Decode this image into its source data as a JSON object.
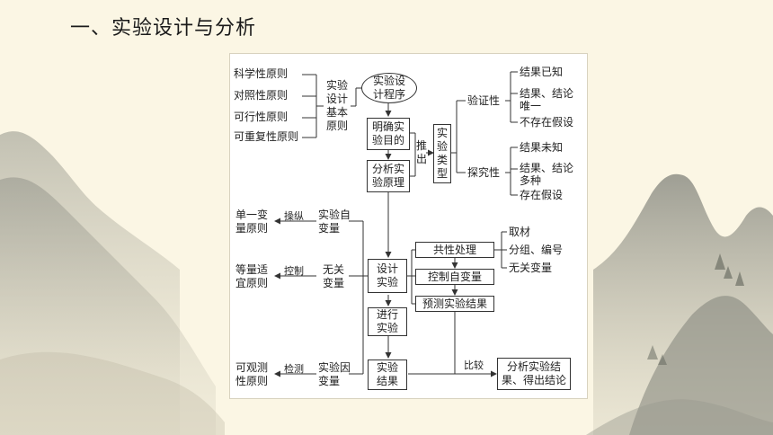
{
  "title": "一、实验设计与分析",
  "principles": [
    "科学性原则",
    "对照性原则",
    "可行性原则",
    "可重复性原则"
  ],
  "basic_principles_label": [
    "实验",
    "设计",
    "基本",
    "原则"
  ],
  "program_label": [
    "实验设",
    "计程序"
  ],
  "step_purpose": [
    "明确实",
    "验目的"
  ],
  "step_principle": [
    "分析实",
    "验原理"
  ],
  "infer_label": [
    "推",
    "出"
  ],
  "exp_type_label": [
    "实",
    "验",
    "类",
    "型"
  ],
  "verify": {
    "label": "验证性",
    "items": [
      "结果已知",
      "结果、结论",
      "唯一",
      "不存在假设"
    ]
  },
  "explore": {
    "label": "探究性",
    "items": [
      "结果未知",
      "结果、结论",
      "多种",
      "存在假设"
    ]
  },
  "variables": [
    {
      "principle": [
        "单一变",
        "量原则"
      ],
      "action": "操纵",
      "variable": [
        "实验自",
        "变量"
      ]
    },
    {
      "principle": [
        "等量适",
        "宜原则"
      ],
      "action": "控制",
      "variable": [
        "无关",
        "变量"
      ]
    },
    {
      "principle": [
        "可观测",
        "性原则"
      ],
      "action": "检测",
      "variable": [
        "实验因",
        "变量"
      ]
    }
  ],
  "design_box": [
    "设计",
    "实验"
  ],
  "run_box": [
    "进行",
    "实验"
  ],
  "result_box": [
    "实验",
    "结果"
  ],
  "design_steps": [
    "共性处理",
    "控制自变量",
    "预测实验结果"
  ],
  "common_items": [
    "取材",
    "分组、编号",
    "无关变量"
  ],
  "compare_label": "比较",
  "conclusion_box": [
    "分析实验结",
    "果、得出结论"
  ]
}
